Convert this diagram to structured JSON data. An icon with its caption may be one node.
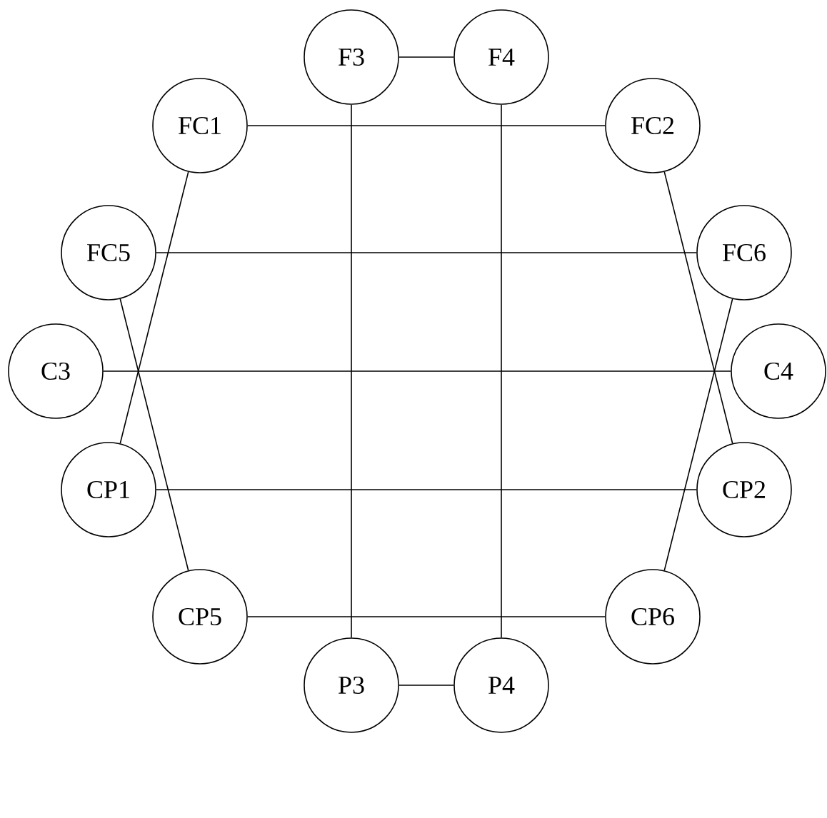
{
  "diagram": {
    "nodes": [
      {
        "text": [
          "F3"
        ]
      },
      {
        "text": [
          "F4"
        ]
      },
      {
        "text": [
          "FC1"
        ]
      },
      {
        "text": [
          "FC2"
        ]
      },
      {
        "text": [
          "FC5"
        ]
      },
      {
        "text": [
          "FC6"
        ]
      },
      {
        "text": [
          "C3"
        ]
      },
      {
        "text": [
          "C4"
        ]
      },
      {
        "text": [
          "CP1"
        ]
      },
      {
        "text": [
          "CP2"
        ]
      },
      {
        "text": [
          "CP5"
        ]
      },
      {
        "text": [
          "CP6"
        ]
      },
      {
        "text": [
          "P3"
        ]
      },
      {
        "text": [
          "P4"
        ]
      }
    ],
    "edges": [
      {
        "from": 0,
        "to": 1,
        "arrow": "none"
      },
      {
        "from": 2,
        "to": 3,
        "arrow": "none"
      },
      {
        "from": 4,
        "to": 5,
        "arrow": "none"
      },
      {
        "from": 6,
        "to": 7,
        "arrow": "none"
      },
      {
        "from": 8,
        "to": 9,
        "arrow": "none"
      },
      {
        "from": 10,
        "to": 11,
        "arrow": "none"
      },
      {
        "from": 12,
        "to": 13,
        "arrow": "none"
      },
      {
        "from": 0,
        "to": 12,
        "arrow": "none"
      },
      {
        "from": 1,
        "to": 13,
        "arrow": "none"
      },
      {
        "from": 2,
        "to": 8,
        "arrow": "none"
      },
      {
        "from": 4,
        "to": 10,
        "arrow": "none"
      },
      {
        "from": 3,
        "to": 9,
        "arrow": "none"
      },
      {
        "from": 5,
        "to": 11,
        "arrow": "none"
      }
    ]
  }
}
